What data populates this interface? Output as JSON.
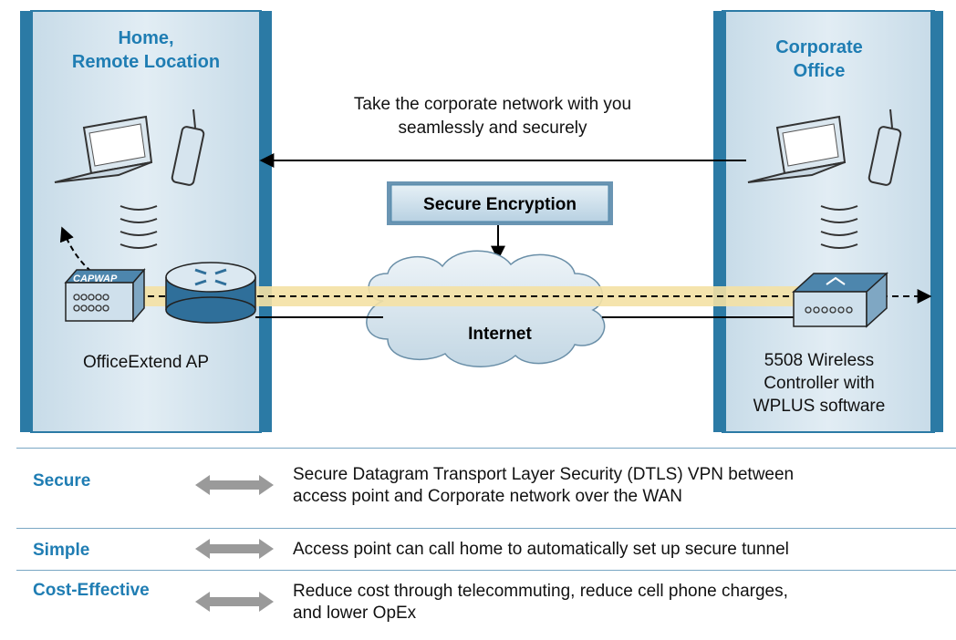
{
  "left_panel": {
    "title_line1": "Home,",
    "title_line2": "Remote Location",
    "device_label": "OfficeExtend AP",
    "capwap_label": "CAPWAP"
  },
  "right_panel": {
    "title_line1": "Corporate",
    "title_line2": "Office",
    "device_label_line1": "5508 Wireless",
    "device_label_line2": "Controller with",
    "device_label_line3": "WPLUS software"
  },
  "center": {
    "tagline_line1": "Take the corporate network with you",
    "tagline_line2": "seamlessly and securely",
    "encryption_label": "Secure Encryption",
    "cloud_label": "Internet"
  },
  "benefits": [
    {
      "label": "Secure",
      "desc_line1": "Secure Datagram Transport Layer Security (DTLS) VPN between",
      "desc_line2": "access point and Corporate network over the WAN"
    },
    {
      "label": "Simple",
      "desc_line1": "Access point can call home to automatically set up secure tunnel",
      "desc_line2": ""
    },
    {
      "label": "Cost-Effective",
      "desc_line1": "Reduce cost through telecommuting, reduce cell phone charges,",
      "desc_line2": "and lower OpEx"
    }
  ],
  "colors": {
    "panel_fill": "#dce9f1",
    "panel_border": "#2b7aa5",
    "title_blue": "#1f7db3",
    "tunnel": "#f4e1a4",
    "arrow_gray": "#9a9a9a"
  }
}
